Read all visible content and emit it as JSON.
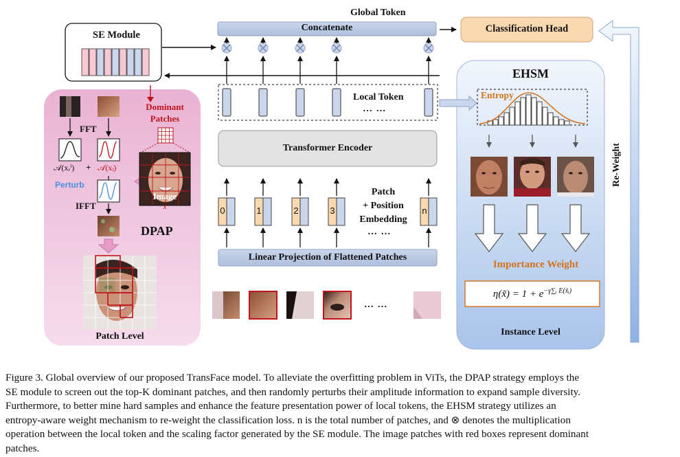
{
  "diagram": {
    "se_module": "SE Module",
    "global_token": "Global Token",
    "concatenate": "Concatenate",
    "classification_head": "Classification Head",
    "dominant_patches": "Dominant Patches",
    "local_token": "Local Token",
    "local_ellipsis": "… …",
    "transformer_encoder": "Transformer Encoder",
    "patch_position_embedding": [
      "Patch",
      "+ Position",
      "Embedding"
    ],
    "embed_ellipsis": "… …",
    "linear_projection": "Linear Projection of Flattened Patches",
    "patch_ellipsis": "… …",
    "token_indices": [
      "0",
      "1",
      "2",
      "3",
      "n"
    ],
    "dpap": {
      "title": "DPAP",
      "fft": "FFT",
      "ifft": "IFFT",
      "perturb": "Perturb",
      "image": "Image",
      "image_var": "x",
      "amp_left": "𝒜(xᵣⁱ)",
      "plus": "+",
      "amp_right": "𝒜(xᵢ)",
      "patch_level": "Patch Level"
    },
    "ehsm": {
      "title": "EHSM",
      "entropy": "Entropy",
      "importance_weight": "Importance Weight",
      "formula": "η(x̃) = 1 + e",
      "formula_exp": "−γ∑ᵢ E(x̃ᵢ)",
      "instance_level": "Instance Level"
    },
    "reweight": "Re-Weight"
  },
  "caption": {
    "lines": [
      "Figure 3. Global overview of our proposed TransFace model. To alleviate the overfitting problem in ViTs, the DPAP strategy employs the",
      "SE module to screen out the top-K dominant patches, and then randomly perturbs their amplitude information to expand sample diversity.",
      "Furthermore, to better mine hard samples and enhance the feature presentation power of local tokens, the EHSM strategy utilizes an",
      "entropy-aware weight mechanism to re-weight the classification loss. n is the total number of patches, and ⊗ denotes the multiplication",
      "operation between the local token and the scaling factor generated by the SE module. The image patches with red boxes represent dominant",
      "patches."
    ]
  },
  "colors": {
    "blue_box": "#c9d6ec",
    "orange_box": "#fbd9b0",
    "dpap_bg": "#efc2dc",
    "ehsm_bg": "#bcd0ee",
    "dominant_red": "#c0131a",
    "importance_orange": "#d2731d",
    "perturb_blue": "#4a8fe0"
  }
}
